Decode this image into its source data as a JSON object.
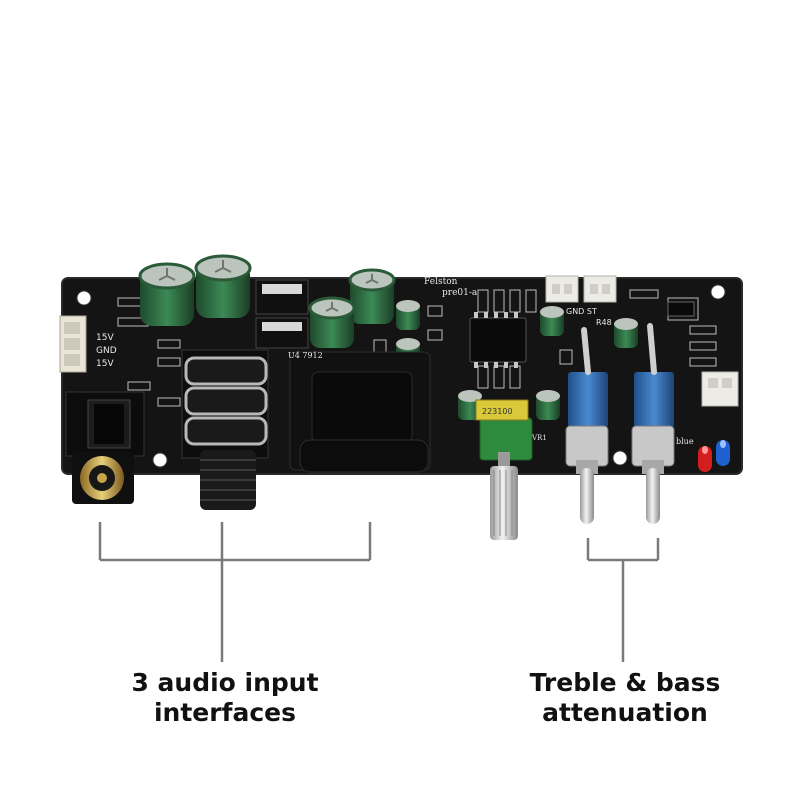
{
  "captions": {
    "left": {
      "line1": "3 audio input",
      "line2": "interfaces"
    },
    "right": {
      "line1": "Treble & bass",
      "line2": "attenuation"
    }
  },
  "board_labels": {
    "brand": "Felston",
    "model": "pre01-a",
    "power_1": "15V",
    "power_gnd": "GND",
    "power_2": "15V",
    "regulator": "U4 7912",
    "gnd_st": "GND  ST",
    "r48": "R48",
    "blue": "blue",
    "vr": "VR1",
    "pot_code": "223100"
  },
  "colors": {
    "pcb": "#141414",
    "silkscreen": "#e8e8e8",
    "annotation_line": "#7a7a7a",
    "pot_body": "#2e8b3e",
    "switch_body": "#2f6fb0",
    "led_red": "#d21e1e",
    "led_blue": "#1f5fd0",
    "rca_gold": "#c9a44a"
  }
}
